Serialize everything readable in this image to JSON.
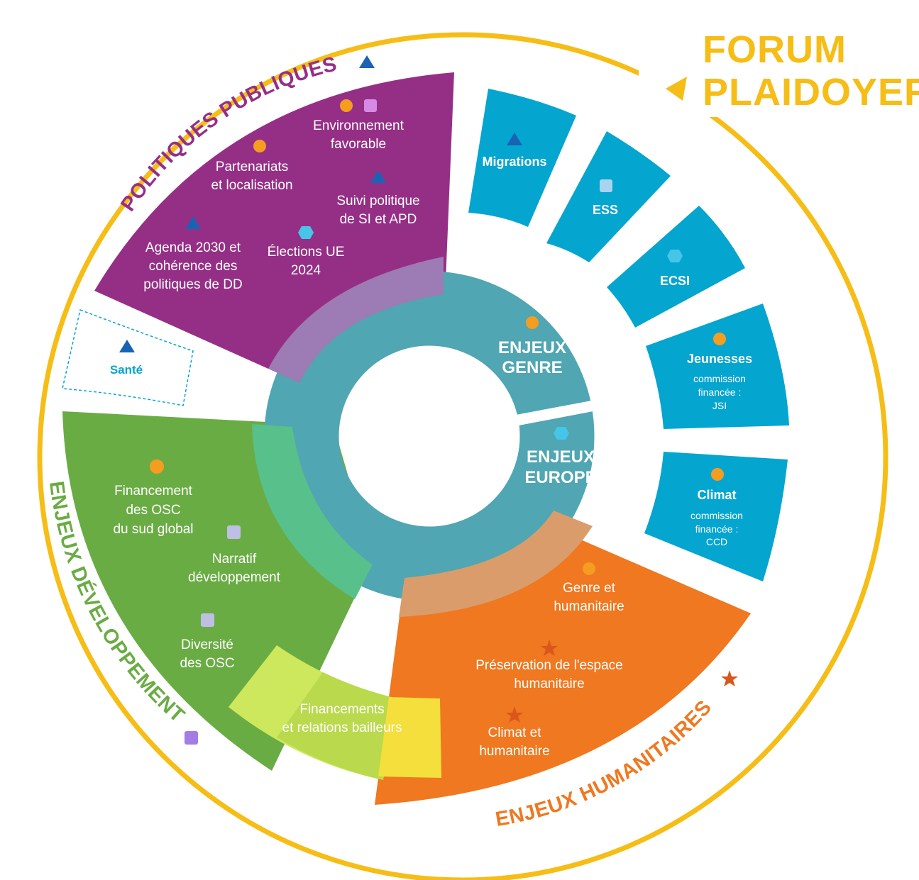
{
  "title": {
    "line1": "FORUM",
    "line2": "PLAIDOYER"
  },
  "colors": {
    "ring": "#f6bd16",
    "politiques": "#952f86",
    "developpement": "#6aac44",
    "humanitaires": "#ef7820",
    "teal": "#50a6b2",
    "cyan": "#04a5cf",
    "lime": "#cde85d",
    "yellow": "#f4df3c",
    "orange_dot": "#f59d20",
    "blue_triangle": "#1a63b4",
    "light_hex": "#45c6e8",
    "pink_square": "#d78ae5",
    "lilac_square": "#bfbfe6",
    "purple_square": "#a47ce5",
    "star": "#d9561c"
  },
  "sections": {
    "politiques_publiques": {
      "title": "POLITIQUES PUBLIQUES",
      "items": [
        {
          "line1": "Environnement",
          "line2": "favorable",
          "icons": [
            "orange-dot-icon",
            "pink-square-icon"
          ]
        },
        {
          "line1": "Partenariats",
          "line2": "et localisation",
          "icons": [
            "orange-dot-icon"
          ]
        },
        {
          "line1": "Suivi politique",
          "line2": "de SI et APD",
          "icons": [
            "blue-triangle-icon"
          ]
        },
        {
          "line1": "Agenda 2030 et",
          "line2": "cohérence des",
          "line3": "politiques de DD",
          "icons": [
            "blue-triangle-icon"
          ]
        },
        {
          "line1": "Élections UE",
          "line2": "2024",
          "icons": [
            "hexagon-icon"
          ]
        }
      ]
    },
    "developpement": {
      "title": "ENJEUX DÉVELOPPEMENT",
      "items": [
        {
          "line1": "Financement",
          "line2": "des OSC",
          "line3": "du sud global",
          "icons": [
            "orange-dot-icon"
          ]
        },
        {
          "line1": "Narratif",
          "line2": "développement",
          "icons": [
            "lilac-square-icon"
          ]
        },
        {
          "line1": "Diversité",
          "line2": "des OSC",
          "icons": [
            "lilac-square-icon"
          ]
        }
      ]
    },
    "humanitaires": {
      "title": "ENJEUX HUMANITAIRES",
      "items": [
        {
          "line1": "Genre et",
          "line2": "humanitaire",
          "icons": [
            "orange-dot-icon"
          ]
        },
        {
          "line1": "Préservation de l'espace",
          "line2": "humanitaire",
          "icons": [
            "star-icon"
          ]
        },
        {
          "line1": "Climat et",
          "line2": "humanitaire",
          "icons": [
            "star-icon"
          ]
        }
      ]
    },
    "financements": {
      "line1": "Financements",
      "line2": "et relations bailleurs"
    },
    "sante": {
      "label": "Santé",
      "icons": [
        "blue-triangle-icon"
      ]
    }
  },
  "inner": {
    "genre": {
      "line1": "ENJEUX",
      "line2": "GENRE",
      "icons": [
        "orange-dot-icon"
      ]
    },
    "europe": {
      "line1": "ENJEUX",
      "line2": "EUROPE",
      "icons": [
        "hexagon-icon"
      ]
    }
  },
  "commissions": [
    {
      "label": "Migrations",
      "icon": "blue-triangle-icon"
    },
    {
      "label": "ESS",
      "icon": "light-square-icon"
    },
    {
      "label": "ECSI",
      "icon": "hexagon-icon"
    },
    {
      "label": "Jeunesses",
      "sub1": "commission",
      "sub2": "financée :",
      "sub3": "JSI",
      "icon": "orange-dot-icon"
    },
    {
      "label": "Climat",
      "sub1": "commission",
      "sub2": "financée :",
      "sub3": "CCD",
      "icon": "orange-dot-icon"
    }
  ]
}
